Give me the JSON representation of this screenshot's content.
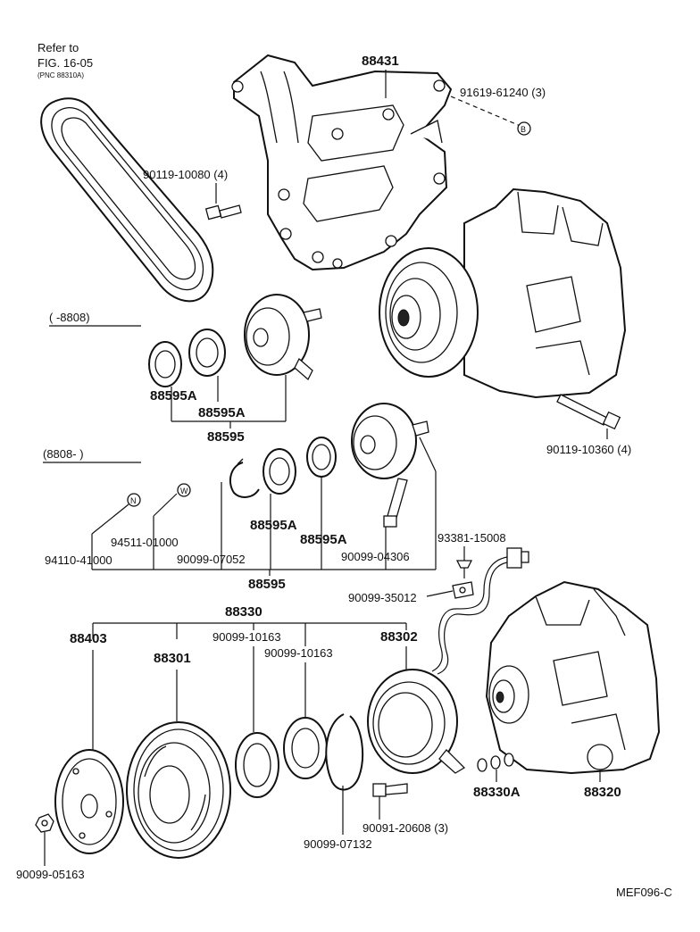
{
  "reference": {
    "line1": "Refer to",
    "line2": "FIG. 16-05",
    "line3": "(PNC 88310A)"
  },
  "period_labels": {
    "upto": "(       -8808)",
    "from": "(8808-        )"
  },
  "callout_letters": {
    "b": "B",
    "n": "N",
    "w": "W"
  },
  "parts": {
    "p88431": "88431",
    "p91619": "91619-61240 (3)",
    "p90119_10080": "90119-10080 (4)",
    "p88595A_1": "88595A",
    "p88595A_2": "88595A",
    "p88595_1": "88595",
    "p90119_10360": "90119-10360 (4)",
    "p88595A_3": "88595A",
    "p88595A_4": "88595A",
    "p94511": "94511-01000",
    "p94110": "94110-41000",
    "p90099_07052": "90099-07052",
    "p90099_04306": "90099-04306",
    "p88595_2": "88595",
    "p93381": "93381-15008",
    "p90099_35012": "90099-35012",
    "p88330": "88330",
    "p88403": "88403",
    "p88301": "88301",
    "p90099_10163_a": "90099-10163",
    "p90099_10163_b": "90099-10163",
    "p88302": "88302",
    "p88320": "88320",
    "p88330A": "88330A",
    "p90091": "90091-20608 (3)",
    "p90099_07132": "90099-07132",
    "p90099_05163": "90099-05163"
  },
  "figure_code": "MEF096-C"
}
